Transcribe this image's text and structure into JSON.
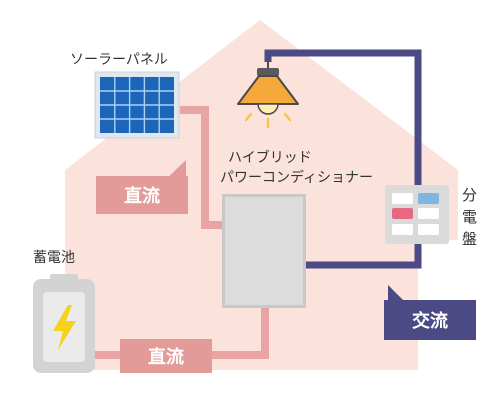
{
  "labels": {
    "solar_panel": "ソーラーパネル",
    "hybrid_pcs_line1": "ハイブリッド",
    "hybrid_pcs_line2": "パワーコンディショナー",
    "battery": "蓄電池",
    "distribution_board_1": "分",
    "distribution_board_2": "電",
    "distribution_board_3": "盤",
    "dc_upper": "直流",
    "dc_lower": "直流",
    "ac": "交流"
  },
  "colors": {
    "house": "#fbe3dc",
    "dc_wire": "#e7a4a2",
    "dc_tag": "#e39b99",
    "ac_wire": "#4b4a84",
    "ac_tag": "#4b4a84",
    "battery_bolt": "#f7d21a",
    "lamp_shade": "#f6a93b"
  },
  "icons": {
    "solar_panel": "solar-panel-icon",
    "lamp": "ceiling-lamp-icon",
    "battery": "battery-icon",
    "inverter": "power-conditioner-icon",
    "board": "distribution-board-icon"
  }
}
